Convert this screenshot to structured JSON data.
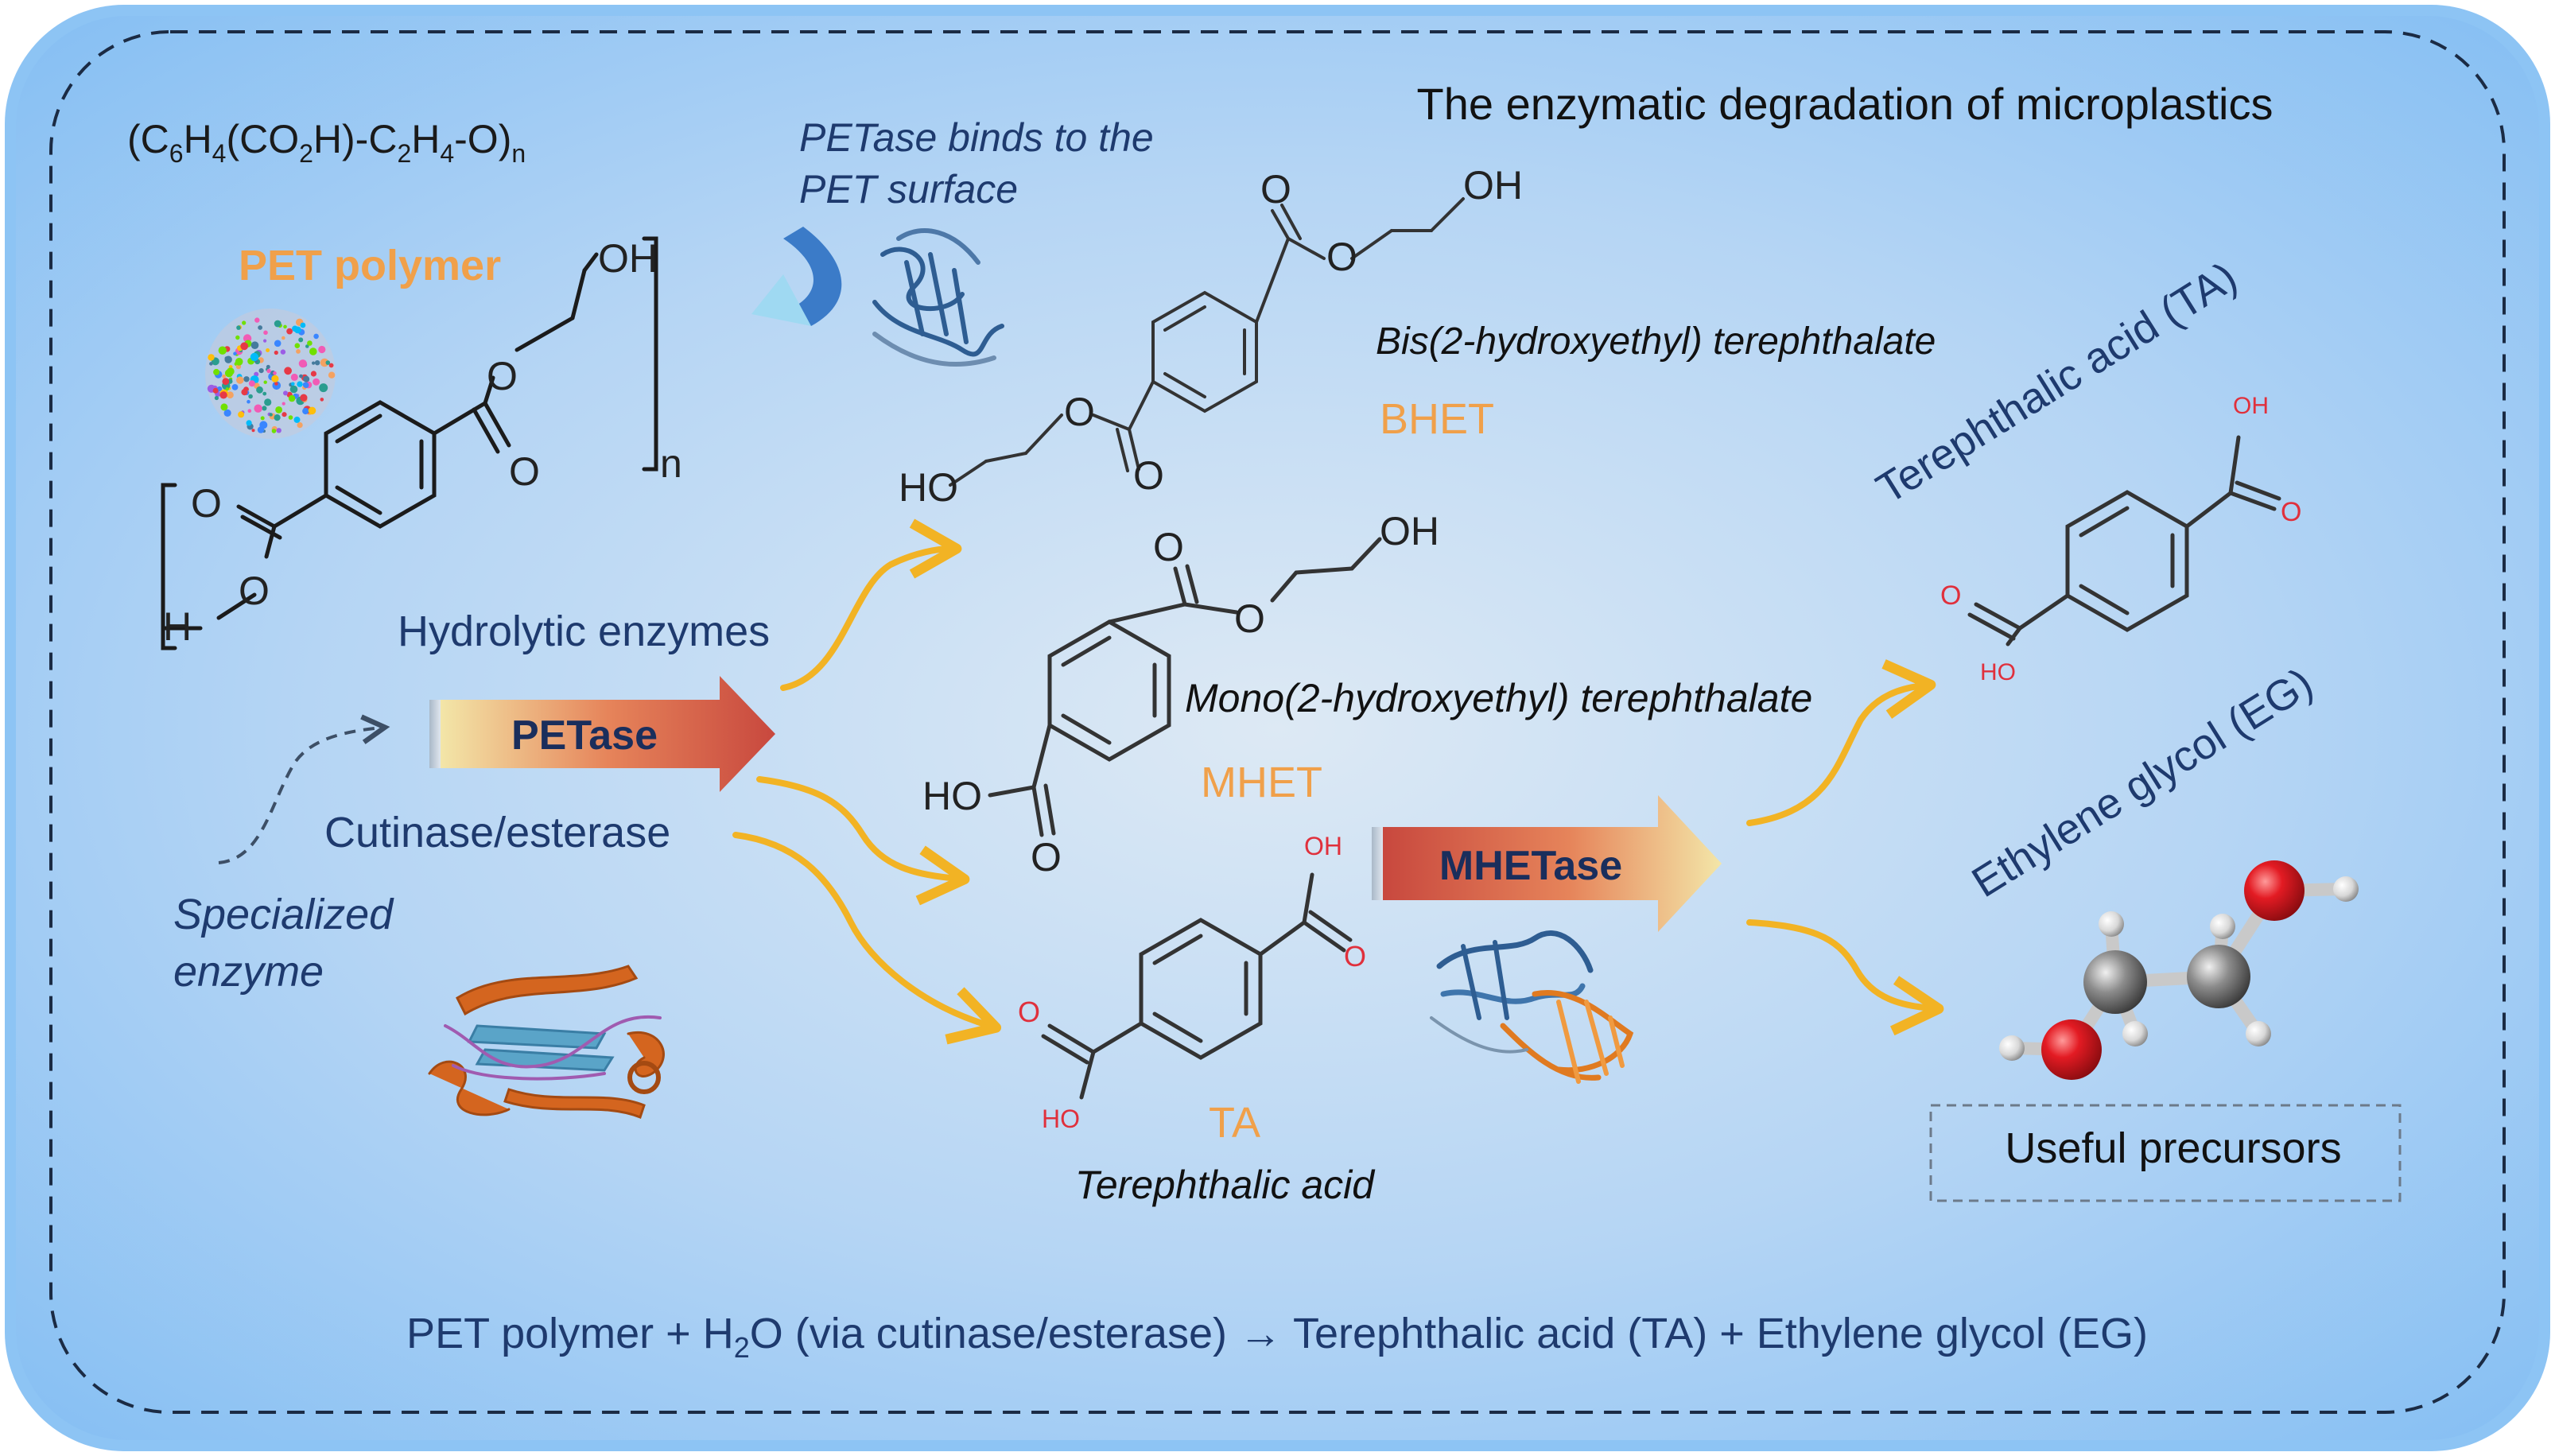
{
  "title": "The enzymatic degradation of microplastics",
  "pet": {
    "formula_main": "(C",
    "formula_sub1": "6",
    "formula_mid1": "H",
    "formula_sub2": "4",
    "formula_mid2": "(CO",
    "formula_sub3": "2",
    "formula_mid3": "H)-C",
    "formula_sub4": "2",
    "formula_mid4": "H",
    "formula_sub5": "4",
    "formula_mid5": "-O)",
    "formula_sub6": "n",
    "label": "PET polymer",
    "atom_oh": "OH",
    "atom_o": "O",
    "atom_h": "H",
    "repeat_n": "n"
  },
  "petase_binding": {
    "line1": "PETase binds to the",
    "line2": "PET surface"
  },
  "bhet": {
    "name": "Bis(2-hydroxyethyl) terephthalate",
    "abbr": "BHET",
    "atom_oh": "OH",
    "atom_ho": "HO",
    "atom_o": "O"
  },
  "mhet": {
    "name": "Mono(2-hydroxyethyl) terephthalate",
    "abbr": "MHET",
    "atom_oh": "OH",
    "atom_ho": "HO",
    "atom_o": "O"
  },
  "ta_center": {
    "abbr": "TA",
    "name": "Terephthalic acid",
    "atom_oh": "OH",
    "atom_ho": "HO",
    "atom_o": "O"
  },
  "enzymes": {
    "hydrolytic": "Hydrolytic enzymes",
    "petase": "PETase",
    "cutinase": "Cutinase/esterase",
    "specialized_line1": "Specialized",
    "specialized_line2": "enzyme",
    "mhetase": "MHETase"
  },
  "products": {
    "ta_label": "Terephthalic acid (TA)",
    "eg_label": "Ethylene glycol (EG)",
    "atom_oh": "OH",
    "atom_ho": "HO",
    "atom_o": "O",
    "useful": "Useful precursors"
  },
  "equation": {
    "part1": "PET polymer + H",
    "sub": "2",
    "part2": "O (via cutinase/esterase) → Terephthalic acid (TA) + Ethylene glycol (EG)"
  },
  "colors": {
    "panel_edge": "#8cc3f5",
    "panel_center": "#d6e6f5",
    "orange": "#f0a04a",
    "arrow": "#f2b324",
    "navy": "#1e3a6e",
    "red_atom": "#e0303c"
  },
  "icons": {
    "pet_particles": "particle-cluster-icon",
    "petase_protein": "protein-ribbon-icon",
    "specialized_protein": "protein-ribbon-icon",
    "mhetase_protein": "protein-ribbon-icon",
    "eg_molecule": "ball-stick-molecule-icon"
  }
}
